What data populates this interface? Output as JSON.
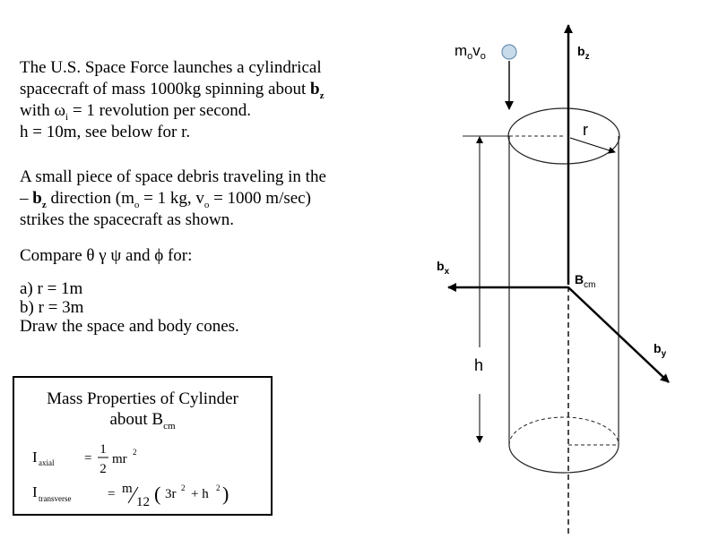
{
  "problem": {
    "line1_pre": "The U.S. Space Force launches a cylindrical",
    "line2_pre": "spacecraft of mass 1000kg spinning about ",
    "line2_bold": "b",
    "line2_sub": "z",
    "line3_pre": "with ω",
    "line3_sub": "i",
    "line3_post": " = 1 revolution per second.",
    "line4": "h = 10m, see below for r."
  },
  "debris": {
    "line1": "A small piece of space debris traveling in the",
    "line2_pre": "– ",
    "line2_bold": "b",
    "line2_sub": "z",
    "line2_mid": " direction (m",
    "line2_sub2": "o",
    "line2_mid2": " = 1 kg, v",
    "line2_sub3": "o",
    "line2_post": " = 1000 m/sec)",
    "line3": "strikes the spacecraft as shown."
  },
  "compare": {
    "line": "Compare  θ  γ  ψ and ϕ  for:"
  },
  "parts": {
    "a": "a)  r = 1m",
    "b": "b)  r = 3m",
    "c": "Draw the space and body cones."
  },
  "mass_properties": {
    "title_line1": "Mass Properties of Cylinder",
    "title_line2_pre": "about B",
    "title_line2_sub": "cm",
    "i_symbol": "I",
    "axial_sub": "axial",
    "equals": "=",
    "frac_num": "1",
    "frac_den": "2",
    "axial_rhs": "mr",
    "axial_sup": "2",
    "transverse_sub": "transverse",
    "trans_m": "m",
    "trans_den": "12",
    "trans_paren_open": "(",
    "trans_3r": "3r",
    "trans_plus": "+ h",
    "trans_paren_close": ")"
  },
  "diagram": {
    "m_label": "m",
    "m_sub": "o",
    "v_label": "v",
    "v_sub": "o",
    "bz_label": "b",
    "bz_sub": "z",
    "bx_label": "b",
    "bx_sub": "x",
    "by_label": "b",
    "by_sub": "y",
    "bcm_label": "B",
    "bcm_sub": "cm",
    "r_label": "r",
    "h_label": "h"
  },
  "colors": {
    "debris_fill": "#c7dbea",
    "debris_stroke": "#6b8fb5",
    "line": "#000000"
  }
}
